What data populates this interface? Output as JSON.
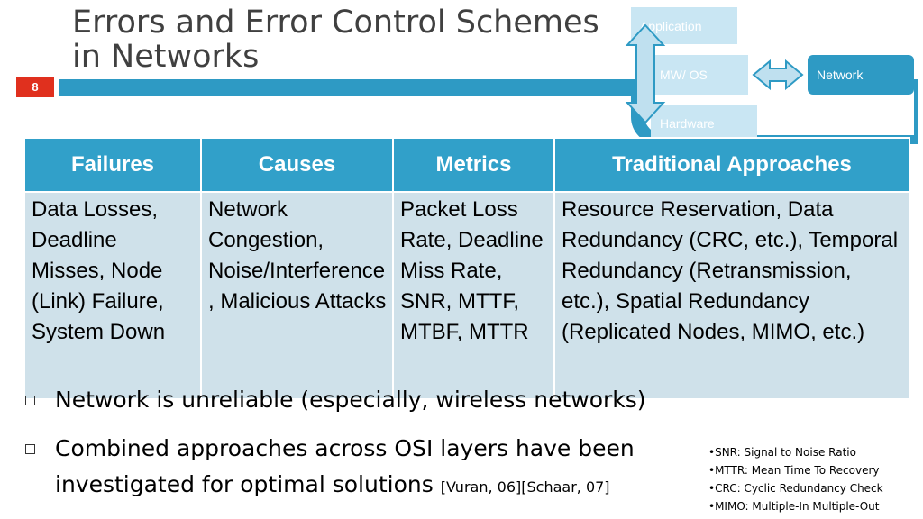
{
  "slide": {
    "title_line1": "Errors and Error Control Schemes",
    "title_line2": "in Networks",
    "page_number": "8"
  },
  "diagram": {
    "application": "Application",
    "mw_os": "MW/ OS",
    "hardware": "Hardware",
    "network": "Network"
  },
  "table": {
    "headers": [
      "Failures",
      "Causes",
      "Metrics",
      "Traditional Approaches"
    ],
    "row": [
      "Data Losses, Deadline Misses, Node (Link) Failure, System Down",
      "Network Congestion, Noise/Interference, Malicious Attacks",
      "Packet Loss Rate, Deadline Miss Rate, SNR, MTTF, MTBF, MTTR",
      "Resource Reservation, Data Redundancy (CRC, etc.), Temporal Redundancy (Retransmission, etc.), Spatial Redundancy (Replicated Nodes, MIMO, etc.)"
    ]
  },
  "bullets": [
    {
      "text": "Network is unreliable (especially, wireless networks)",
      "cite": ""
    },
    {
      "text": "Combined approaches across OSI layers have been investigated for optimal solutions ",
      "cite": "[Vuran, 06][Schaar, 07]"
    }
  ],
  "footnotes": [
    "•SNR: Signal to Noise Ratio",
    "•MTTR: Mean Time To Recovery",
    "•CRC: Cyclic Redundancy Check",
    "•MIMO: Multiple-In Multiple-Out"
  ],
  "colors": {
    "accent_blue": "#2e9ac4",
    "header_cell": "#31a0c9",
    "body_cell": "#cfe1ea",
    "page_badge": "#e0301e",
    "light_box": "#c9e6f3"
  }
}
